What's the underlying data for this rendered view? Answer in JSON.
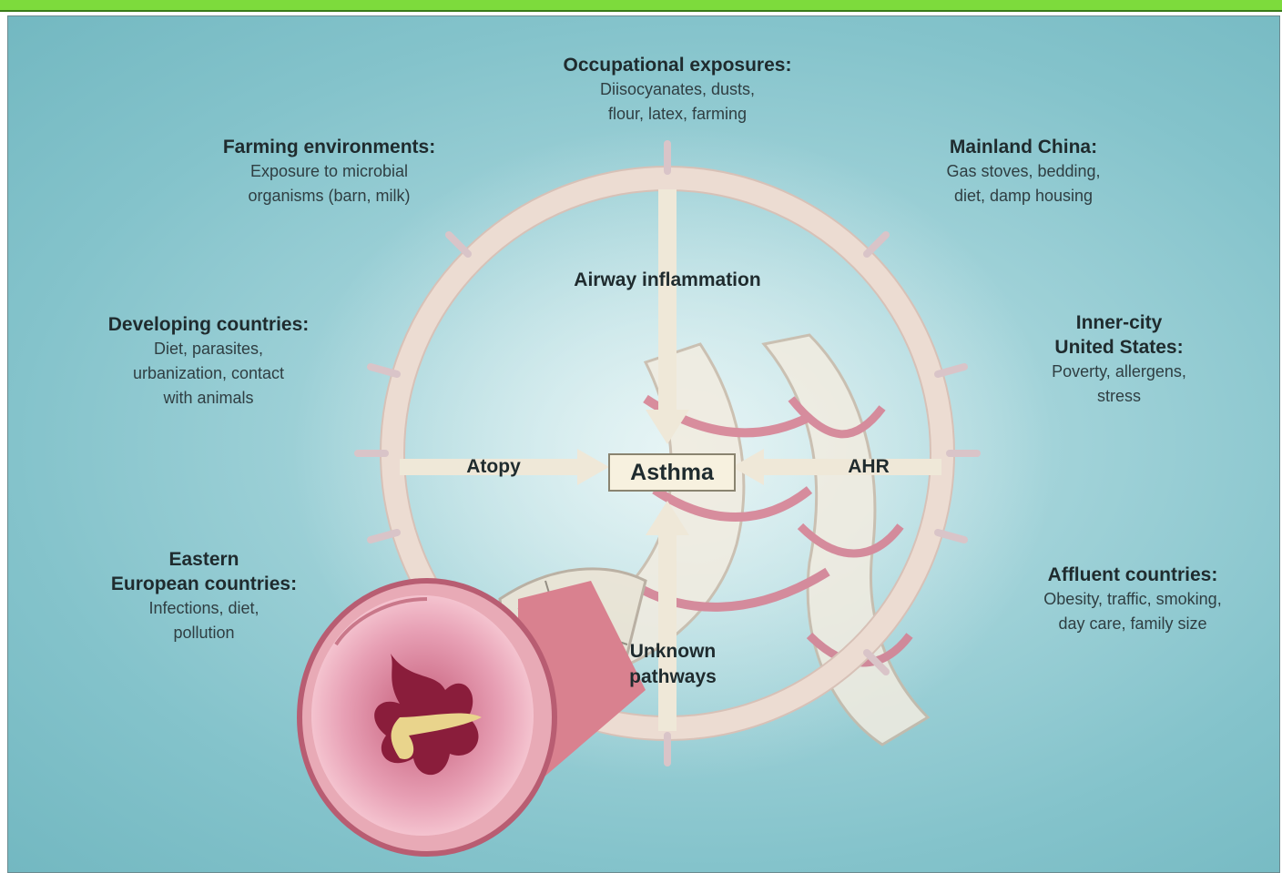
{
  "factors": {
    "occupational": {
      "title": "Occupational exposures:",
      "lines": [
        "Diisocyanates, dusts,",
        "flour, latex, farming"
      ]
    },
    "farming": {
      "title": "Farming environments:",
      "lines": [
        "Exposure to microbial",
        "organisms (barn, milk)"
      ]
    },
    "china": {
      "title": "Mainland China:",
      "lines": [
        "Gas stoves, bedding,",
        "diet, damp housing"
      ]
    },
    "developing": {
      "title": "Developing countries:",
      "lines": [
        "Diet, parasites,",
        "urbanization, contact",
        "with animals"
      ]
    },
    "innercity": {
      "title_lines": [
        "Inner-city",
        "United States:"
      ],
      "lines": [
        "Poverty, allergens,",
        "stress"
      ]
    },
    "eastern": {
      "title_lines": [
        "Eastern",
        "European countries:"
      ],
      "lines": [
        "Infections, diet,",
        "pollution"
      ]
    },
    "affluent": {
      "title": "Affluent countries:",
      "lines": [
        "Obesity, traffic, smoking,",
        "day care, family size"
      ]
    }
  },
  "wheel": {
    "center": "Asthma",
    "top": "Airway inflammation",
    "left": "Atopy",
    "right": "AHR",
    "bottom_lines": [
      "Unknown",
      "pathways"
    ]
  },
  "colors": {
    "background": "#8cc7cf",
    "wheel": "#ecdcd2",
    "center_box": "#f7f1df",
    "muscle": "#d9818f",
    "top_bar": "#7ddb3c"
  }
}
